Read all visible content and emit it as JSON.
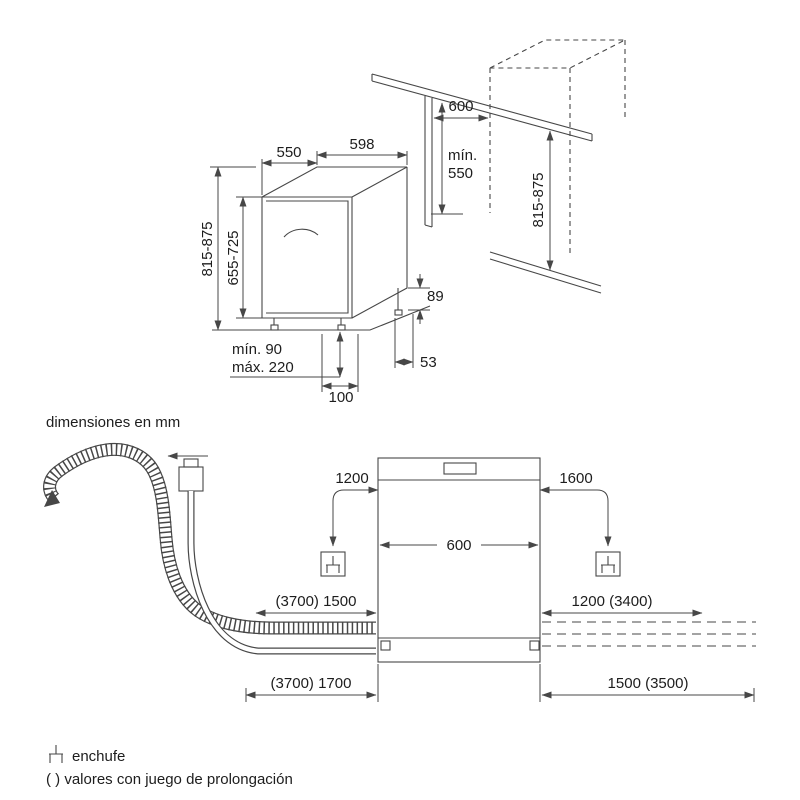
{
  "colors": {
    "line": "#474747",
    "text": "#1d1d1d",
    "background": "#ffffff"
  },
  "caption": "dimensiones en mm",
  "top_view": {
    "width": "550",
    "depth": "598",
    "niche_width": "600",
    "niche_depth_min_line1": "mín.",
    "niche_depth_min_line2": "550",
    "height_range_left": "815-875",
    "door_height_range": "655-725",
    "height_range_right": "815-875",
    "rear_clearance": "89",
    "plinth_min": "mín. 90",
    "plinth_max": "máx. 220",
    "rear_foot_offset": "53",
    "plinth_depth": "100"
  },
  "plan_view": {
    "cable_left": "1200",
    "cable_right": "1600",
    "appliance_width": "600",
    "hose_left_top": "(3700) 1500",
    "hose_right_top": "1200 (3400)",
    "hose_left_bottom": "(3700) 1700",
    "hose_right_bottom": "1500 (3500)"
  },
  "legend": {
    "socket_label": "enchufe",
    "brackets_note": "( ) valores con juego de prolongación"
  }
}
